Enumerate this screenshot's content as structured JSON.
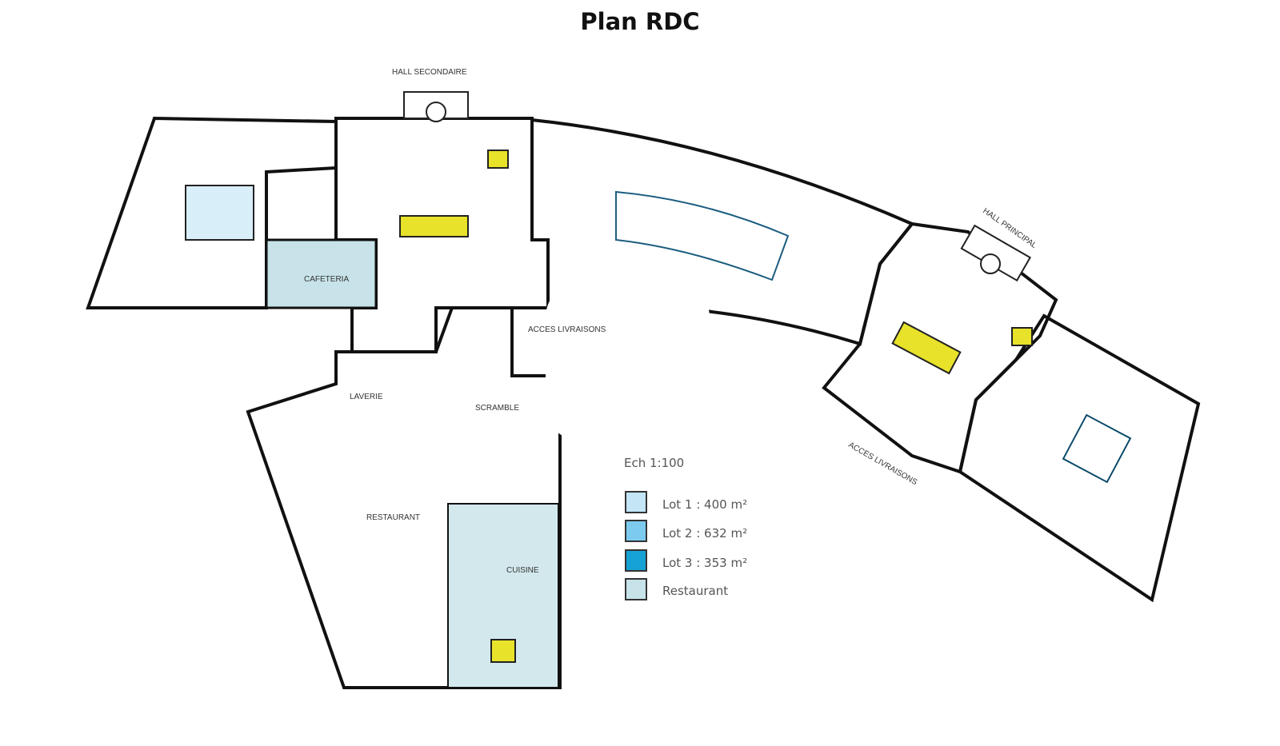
{
  "title": "Plan RDC",
  "labels": {
    "hall_secondaire": "HALL SECONDAIRE",
    "hall_principal": "HALL PRINCIPAL",
    "cafeteria": "CAFETERIA",
    "acces_livraisons_1": "ACCES LIVRAISONS",
    "acces_livraisons_2": "ACCES LIVRAISONS",
    "laverie": "LAVERIE",
    "scramble": "SCRAMBLE",
    "restaurant": "RESTAURANT",
    "cuisine": "CUISINE"
  },
  "scale": "Ech 1:100",
  "legend": [
    {
      "label": "Lot 1 : 400 m²",
      "color": "#c3e5f6"
    },
    {
      "label": "Lot 2 : 632 m²",
      "color": "#7ccbef"
    },
    {
      "label": "Lot 3 : 353 m²",
      "color": "#17a2d5"
    },
    {
      "label": "Restaurant",
      "color": "#c7e3e9"
    }
  ],
  "colors": {
    "core": "#e3e3e1",
    "elevator": "#e8e22a"
  }
}
